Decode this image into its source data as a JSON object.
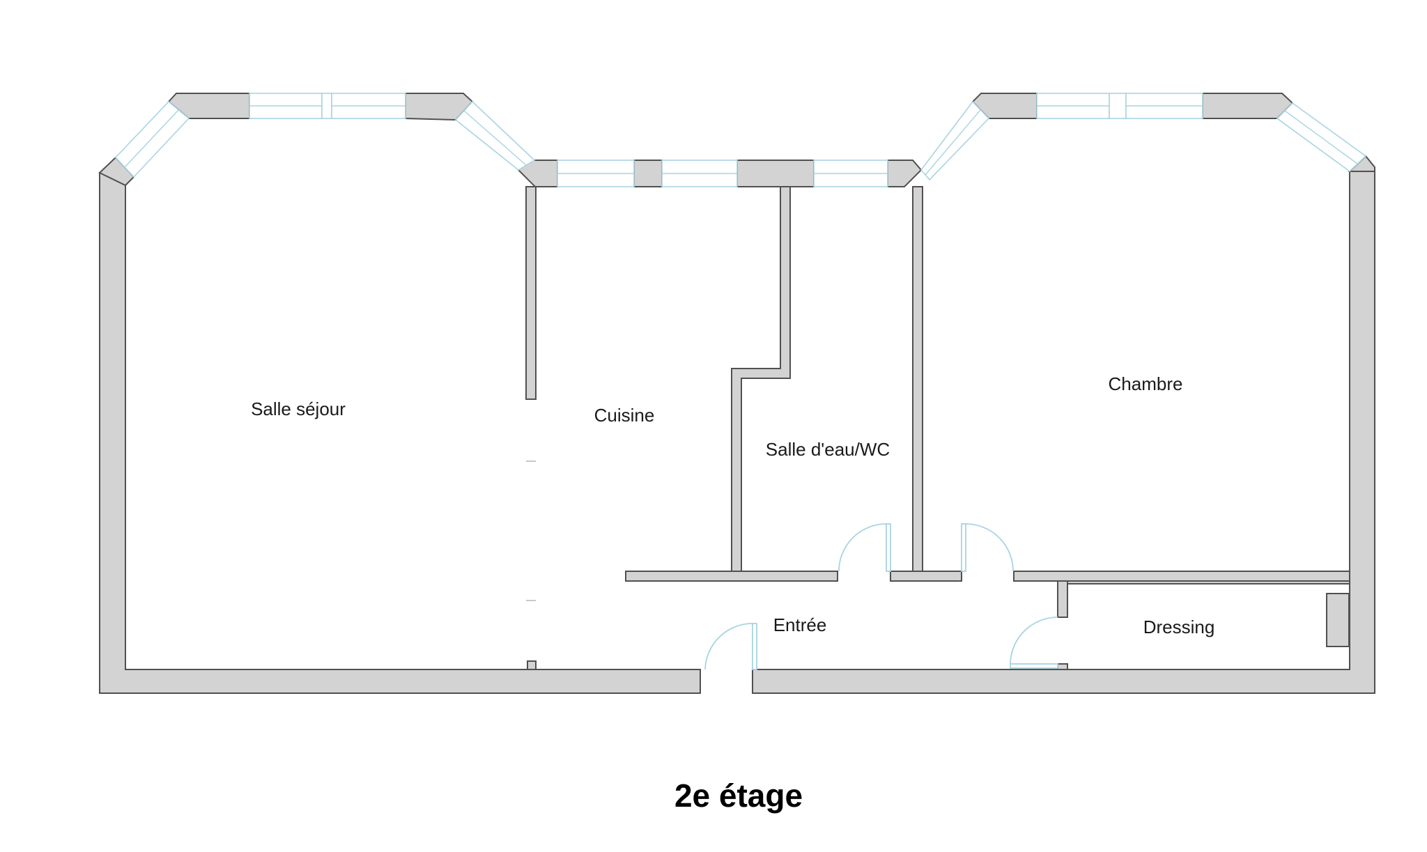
{
  "plan": {
    "title": "2e étage",
    "rooms": {
      "salle_sejour": "Salle séjour",
      "cuisine": "Cuisine",
      "salle_eau": "Salle d'eau/WC",
      "chambre": "Chambre",
      "entree": "Entrée",
      "dressing": "Dressing"
    }
  },
  "colors": {
    "wall_fill": "#d3d3d3",
    "wall_stroke": "#505050",
    "window": "#a8d4e2",
    "background": "#ffffff"
  }
}
